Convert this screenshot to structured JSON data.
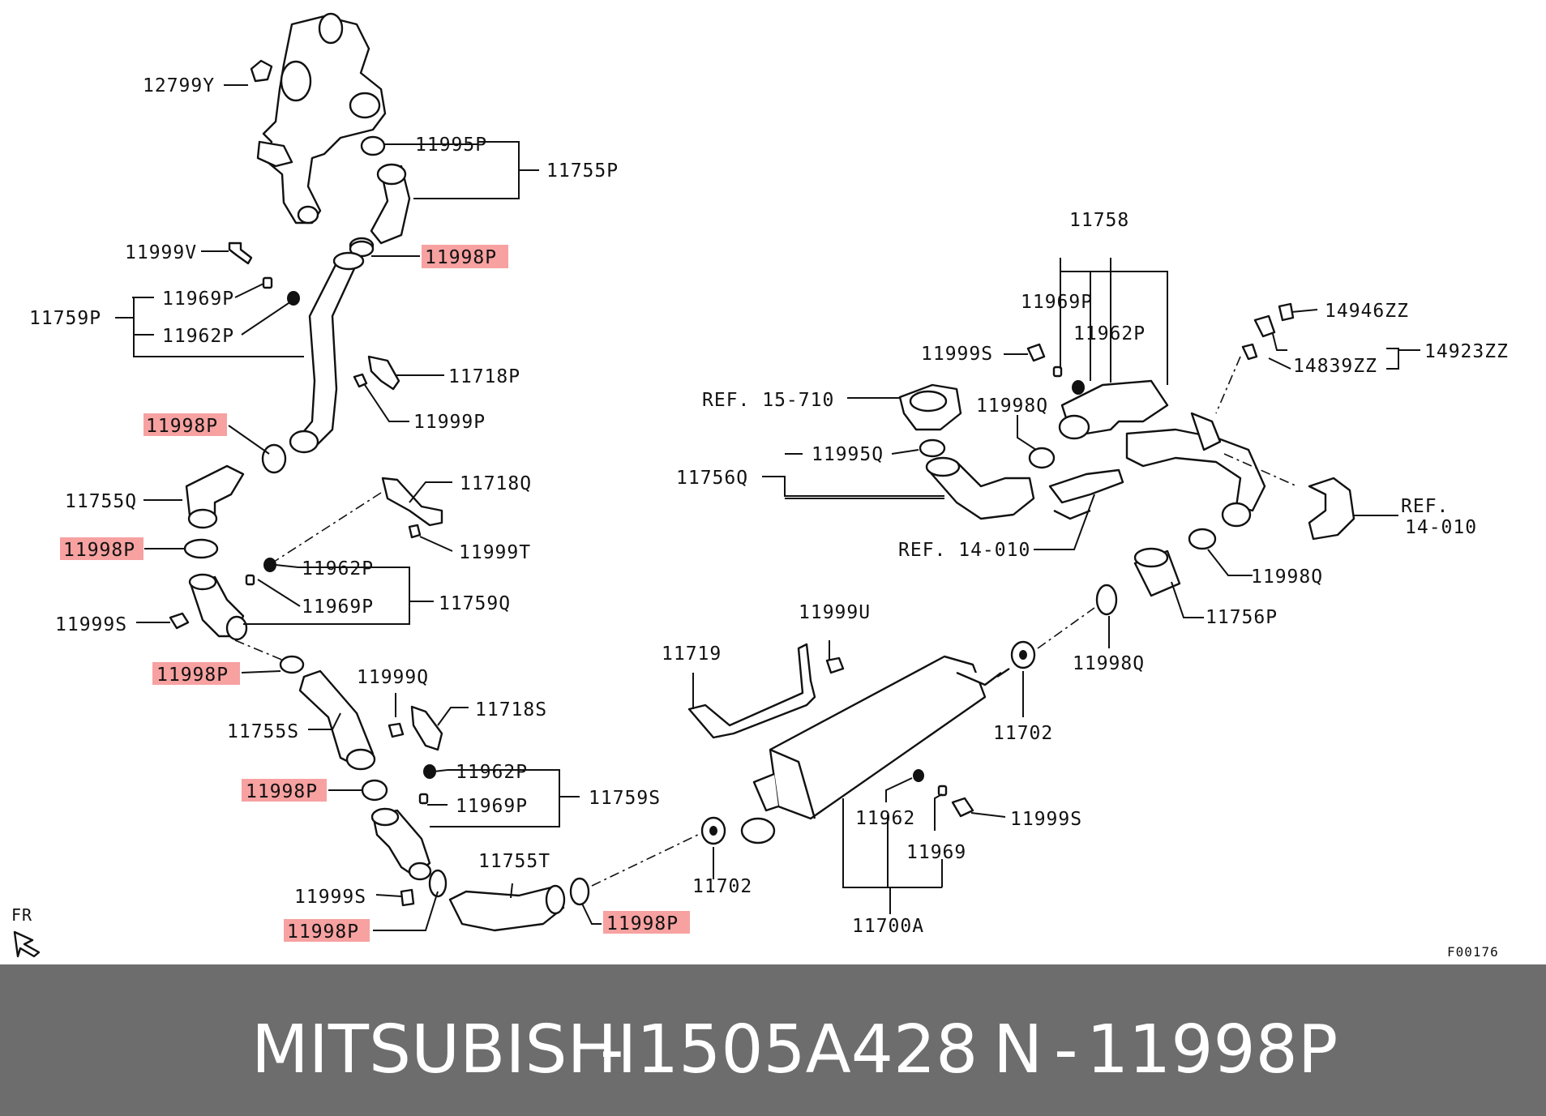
{
  "diagram": {
    "labels": {
      "l12799Y": "12799Y",
      "l11995P": "11995P",
      "l11755P": "11755P",
      "l11998P_a": "11998P",
      "l11999V": "11999V",
      "l11969P_a": "11969P",
      "l11759P": "11759P",
      "l11962P_a": "11962P",
      "l11718P": "11718P",
      "l11999P": "11999P",
      "l11998P_b": "11998P",
      "l11755Q": "11755Q",
      "l11718Q": "11718Q",
      "l11998P_c": "11998P",
      "l11999T": "11999T",
      "l11962P_b": "11962P",
      "l11969P_b": "11969P",
      "l11759Q": "11759Q",
      "l11999S_a": "11999S",
      "l11998P_d": "11998P",
      "l11999Q": "11999Q",
      "l11718S": "11718S",
      "l11755S": "11755S",
      "l11962P_c": "11962P",
      "l11998P_e": "11998P",
      "l11969P_c": "11969P",
      "l11759S": "11759S",
      "l11755T": "11755T",
      "l11999S_b": "11999S",
      "l11998P_f": "11998P",
      "l11998P_g": "11998P",
      "l11702_a": "11702",
      "l11719": "11719",
      "l11999U": "11999U",
      "l11962": "11962",
      "l11969": "11969",
      "l11999S_c": "11999S",
      "l11700A": "11700A",
      "l11702_b": "11702",
      "l11998Q_a": "11998Q",
      "l11756P": "11756P",
      "l11998Q_b": "11998Q",
      "l11758": "11758",
      "l11969P_d": "11969P",
      "l11962P_d": "11962P",
      "l11999S_d": "11999S",
      "lREF15710": "REF. 15-710",
      "l11998Q_c": "11998Q",
      "l11995Q": "11995Q",
      "l11756Q": "11756Q",
      "lREF14010a": "REF. 14-010",
      "l14946ZZ": "14946ZZ",
      "l14923ZZ": "14923ZZ",
      "l14839ZZ": "14839ZZ",
      "lREF": "REF.",
      "l14010": "14-010",
      "fr": "FR",
      "code": "F00176"
    }
  },
  "banner": {
    "brand": "MITSUBISHI",
    "sep1": "-",
    "oem_number": "1505A428",
    "ref_prefix": "N",
    "sep2": "-",
    "ref_number": "11998P"
  },
  "colors": {
    "highlight": "#f7a1a1",
    "banner_bg": "#6d6d6d",
    "banner_text": "#ffffff"
  }
}
